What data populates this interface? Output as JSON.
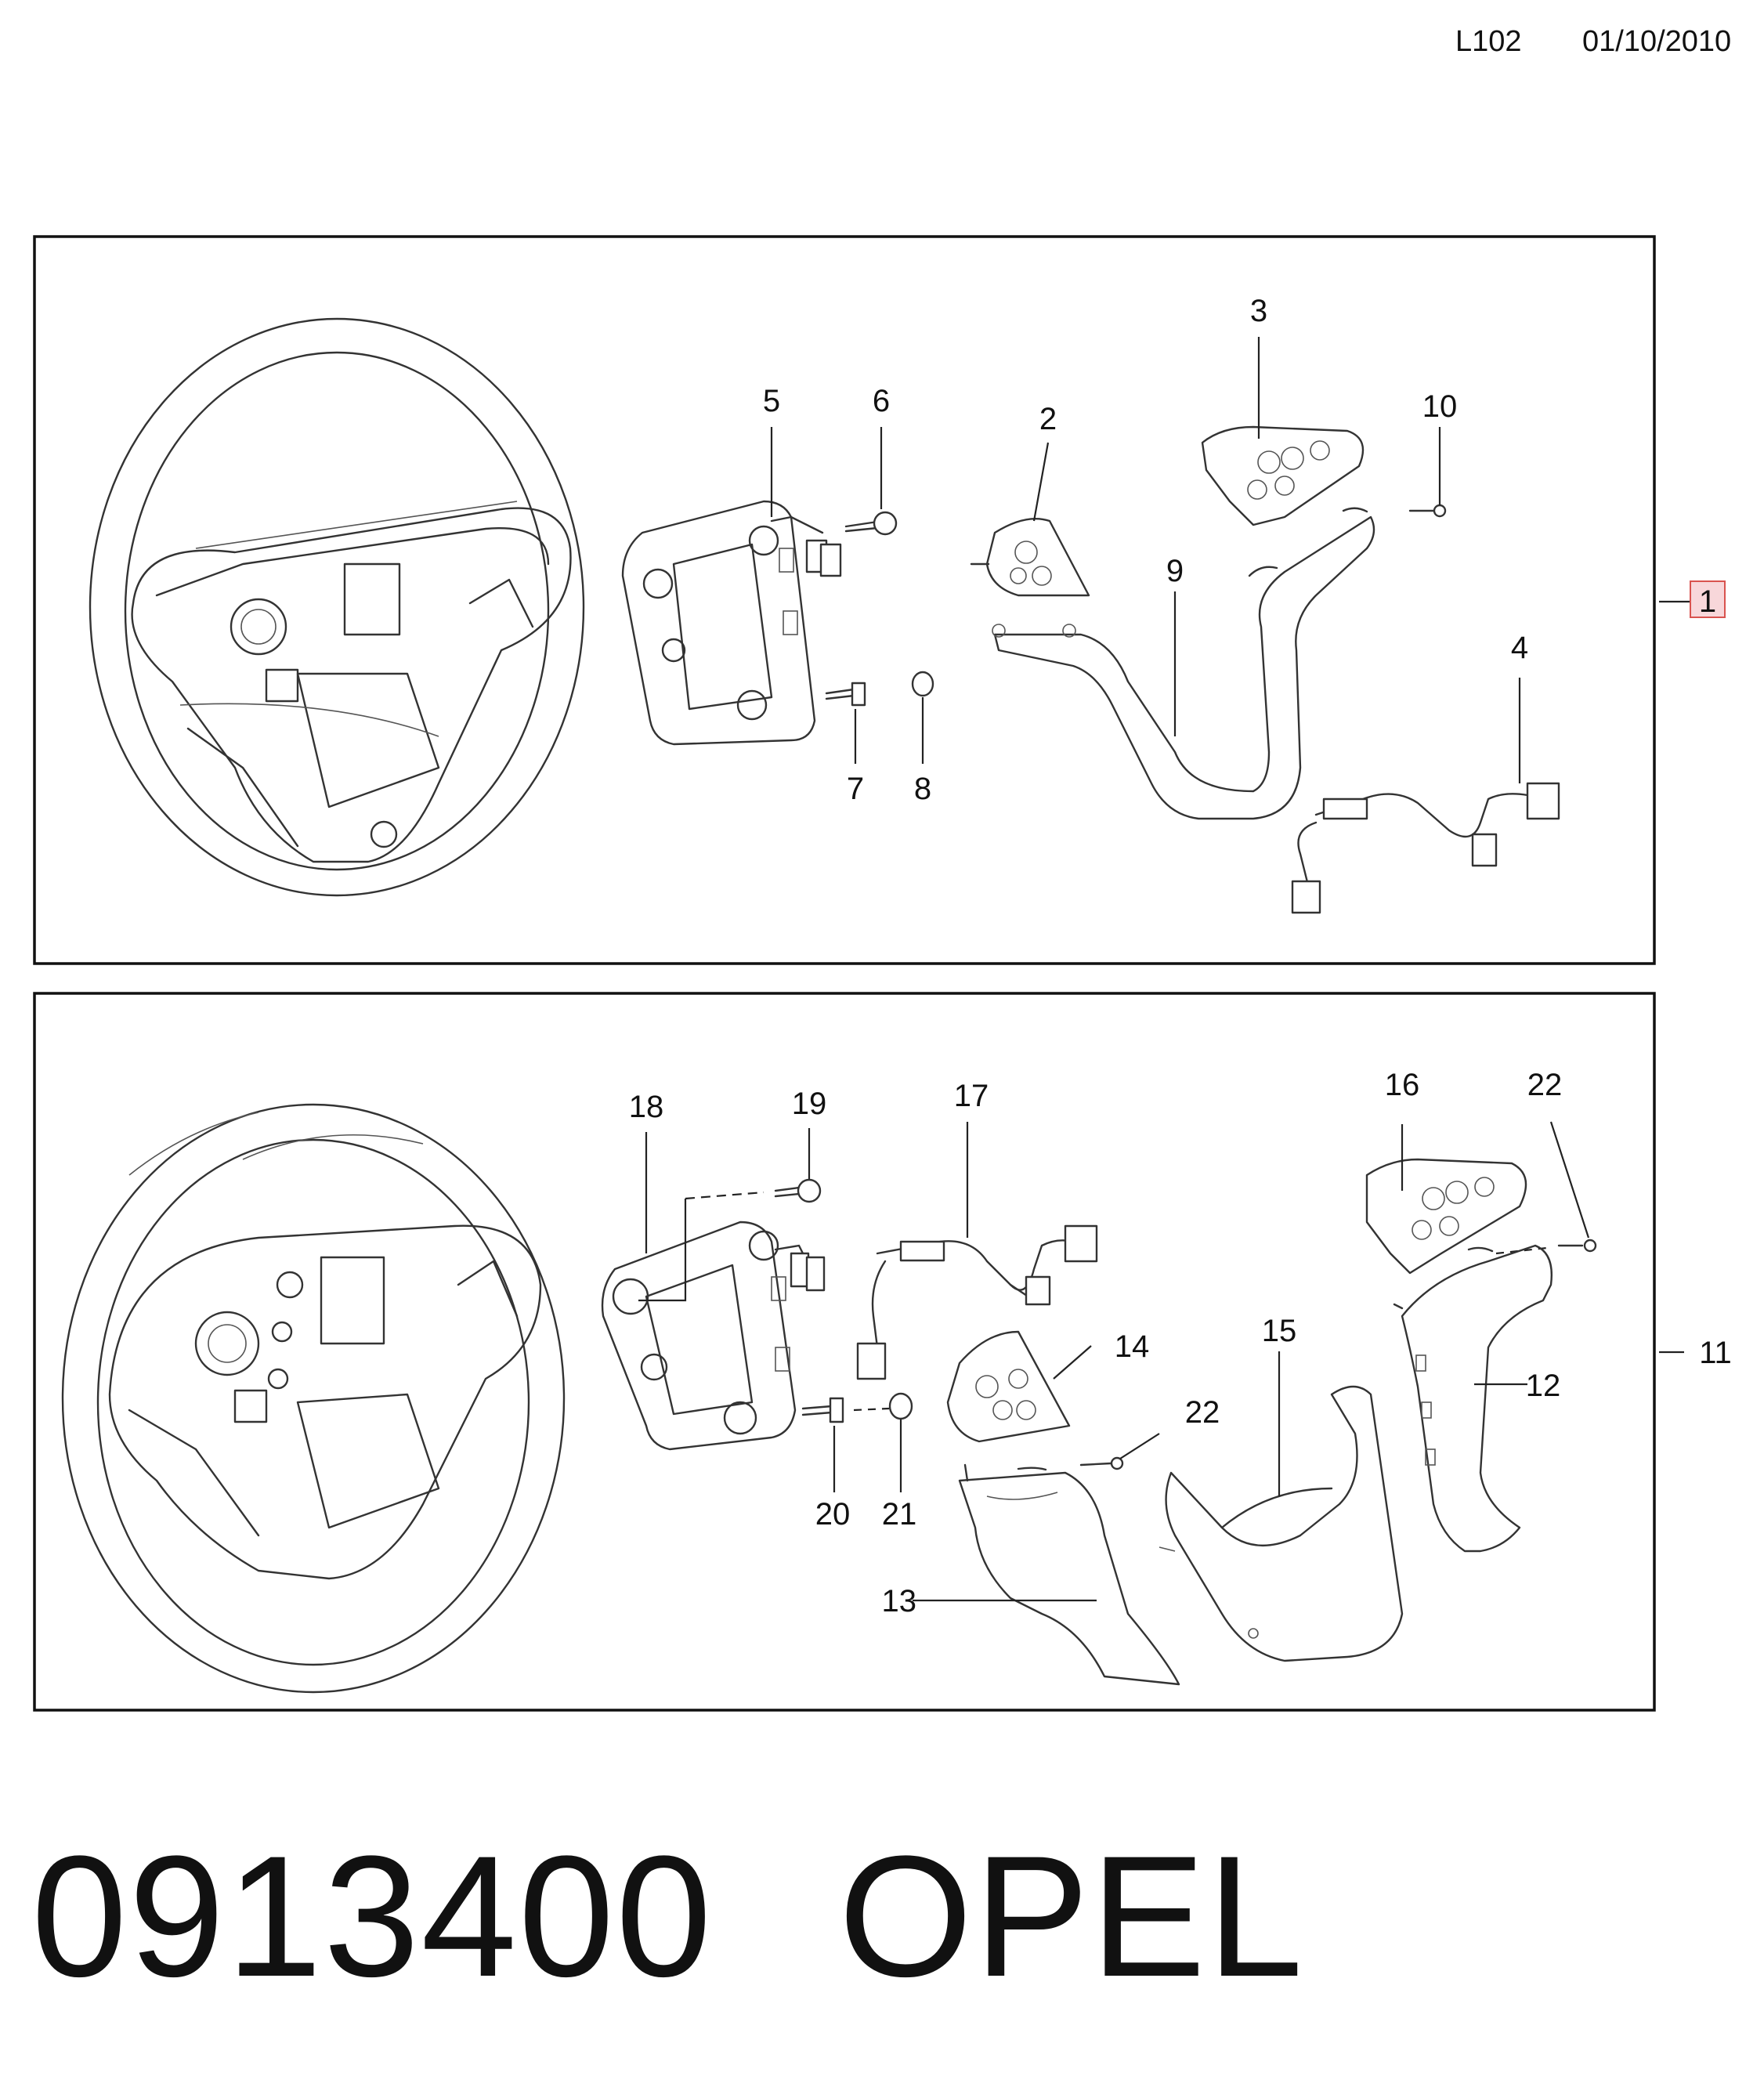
{
  "header": {
    "code": "L102",
    "date": "01/10/2010"
  },
  "callouts": {
    "c1": "1",
    "c2": "2",
    "c3": "3",
    "c4": "4",
    "c5": "5",
    "c6": "6",
    "c7": "7",
    "c8": "8",
    "c9": "9",
    "c10": "10",
    "c11": "11",
    "c12": "12",
    "c13": "13",
    "c14": "14",
    "c15": "15",
    "c16": "16",
    "c17": "17",
    "c18": "18",
    "c19": "19",
    "c20": "20",
    "c21": "21",
    "c22a": "22",
    "c22b": "22"
  },
  "footer": {
    "part_number": "0913400",
    "make": "OPEL"
  },
  "colors": {
    "ink": "#111111",
    "highlight_box": "#f8d7da",
    "highlight_border": "#d9534f"
  }
}
